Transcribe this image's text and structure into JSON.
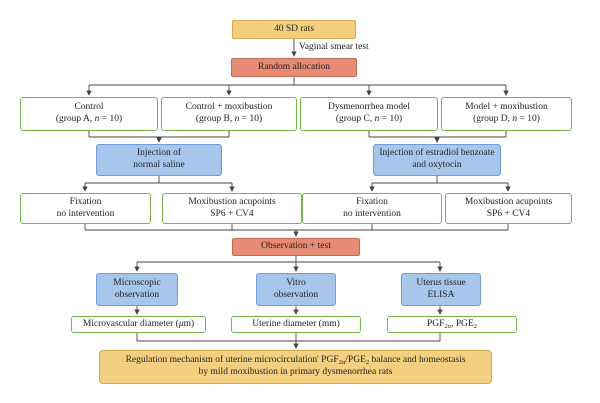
{
  "nodes": {
    "rats": "40 SD rats",
    "vaginal_test": "Vaginal smear test",
    "random": "Random allocation",
    "group_a": [
      "Control",
      "(group A, n = 10)"
    ],
    "group_b": [
      "Control + moxibustion",
      "(group B, n = 10)"
    ],
    "group_c": [
      "Dysmenorrhea model",
      "(group C, n = 10)"
    ],
    "group_d": [
      "Model + moxibustion",
      "(group D, n = 10)"
    ],
    "saline": [
      "Injection of",
      "normal saline"
    ],
    "estradiol": [
      "Injection of estradiol benzoate",
      "and oxytocin"
    ],
    "fix_left": [
      "Fixation",
      "no intervention"
    ],
    "moxi_left": [
      "Moxibustion acupoints",
      "SP6 + CV4"
    ],
    "fix_right": [
      "Fixation",
      "no intervention"
    ],
    "moxi_right": [
      "Moxibustion acupoints",
      "SP6 + CV4"
    ],
    "observation": "Observation + test",
    "microscopic": [
      "Microscopic",
      "observation"
    ],
    "vitro": [
      "Vitro",
      "observation"
    ],
    "uterus": [
      "Uterus tissue",
      "ELISA"
    ],
    "micro_diameter": "Microvascular diameter (μm)",
    "uterine_diameter": "Uterine diameter (mm)",
    "pgf": "PGF2α, PGE2",
    "regulation": [
      "Regulation mechanism of uterine microcirculation' PGF2α/PGE2 balance and homeostasis",
      "by mild moxibustion in primary dysmenorrhea rats"
    ]
  },
  "colors": {
    "orange": "#f5cf80",
    "red": "#e88b75",
    "blue": "#a7c6ec",
    "green_border": "#74b548",
    "line": "#444444"
  }
}
